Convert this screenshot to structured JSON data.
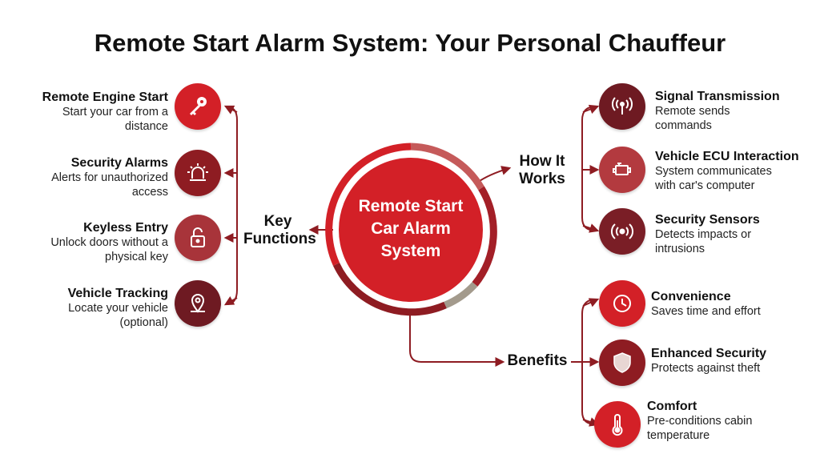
{
  "title": "Remote Start Alarm System: Your Personal Chauffeur",
  "center": {
    "line1": "Remote Start",
    "line2": "Car Alarm",
    "line3": "System"
  },
  "branches": {
    "key_functions": {
      "line1": "Key",
      "line2": "Functions"
    },
    "how_it_works": {
      "line1": "How It",
      "line2": "Works"
    },
    "benefits": {
      "line1": "Benefits"
    }
  },
  "key_functions": [
    {
      "title": "Remote Engine Start",
      "desc1": "Start your car from a",
      "desc2": "distance",
      "icon": "car-key-icon"
    },
    {
      "title": "Security Alarms",
      "desc1": "Alerts for unauthorized",
      "desc2": "access",
      "icon": "siren-icon"
    },
    {
      "title": "Keyless Entry",
      "desc1": "Unlock doors without a",
      "desc2": "physical key",
      "icon": "unlocked-padlock-icon"
    },
    {
      "title": "Vehicle Tracking",
      "desc1": "Locate your vehicle",
      "desc2": "(optional)",
      "icon": "location-pin-icon"
    }
  ],
  "how_it_works": [
    {
      "title": "Signal Transmission",
      "desc1": "Remote sends",
      "desc2": "commands",
      "icon": "antenna-signal-icon"
    },
    {
      "title": "Vehicle ECU Interaction",
      "desc1": "System communicates",
      "desc2": "with car's computer",
      "icon": "engine-icon"
    },
    {
      "title": "Security Sensors",
      "desc1": "Detects impacts or",
      "desc2": "intrusions",
      "icon": "sensor-waves-icon"
    }
  ],
  "benefits": [
    {
      "title": "Convenience",
      "desc1": "Saves time and effort",
      "desc2": "",
      "icon": "clock-icon"
    },
    {
      "title": "Enhanced Security",
      "desc1": "Protects against theft",
      "desc2": "",
      "icon": "shield-icon"
    },
    {
      "title": "Comfort",
      "desc1": "Pre-conditions cabin",
      "desc2": "temperature",
      "icon": "thermometer-icon"
    }
  ],
  "colors": {
    "bright_red": "#d32027",
    "dark_red": "#8e1c22",
    "maroon": "#6e1a22",
    "connector": "#8e1c22",
    "ring_gray": "#a39a8c",
    "ring_pink": "#c55a5a"
  }
}
